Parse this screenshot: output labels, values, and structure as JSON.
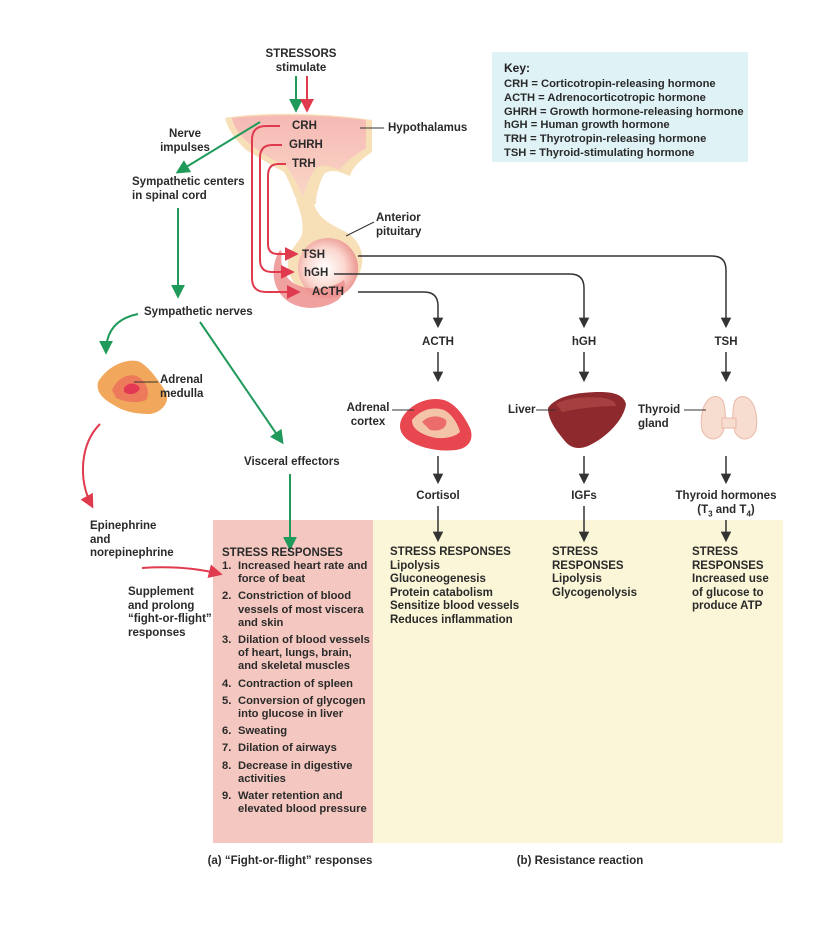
{
  "stressors": [
    "STRESSORS",
    "stimulate"
  ],
  "hypothalamus": {
    "label": "Hypothalamus",
    "hormones": [
      "CRH",
      "GHRH",
      "TRH"
    ]
  },
  "pituitary": {
    "label": [
      "Anterior",
      "pituitary"
    ],
    "hormones": [
      "TSH",
      "hGH",
      "ACTH"
    ]
  },
  "nerve_impulses": [
    "Nerve",
    "impulses"
  ],
  "sympathetic_centers": [
    "Sympathetic centers",
    "in spinal cord"
  ],
  "sympathetic_nerves": "Sympathetic nerves",
  "adrenal_medulla": [
    "Adrenal",
    "medulla"
  ],
  "visceral_effectors": "Visceral effectors",
  "epinephrine": [
    "Epinephrine",
    "and",
    "norepinephrine"
  ],
  "supplement": [
    "Supplement",
    "and prolong",
    "“fight-or-flight”",
    "responses"
  ],
  "key": {
    "title": "Key:",
    "items": [
      "CRH = Corticotropin-releasing hormone",
      "ACTH = Adrenocorticotropic hormone",
      "GHRH = Growth hormone-releasing hormone",
      "hGH = Human growth hormone",
      "TRH = Thyrotropin-releasing hormone",
      "TSH = Thyroid-stimulating hormone"
    ]
  },
  "columns": {
    "acth": {
      "hormone": "ACTH",
      "organ": [
        "Adrenal",
        "cortex"
      ],
      "product": "Cortisol",
      "responses": [
        "STRESS RESPONSES",
        "Lipolysis",
        "Gluconeogenesis",
        "Protein catabolism",
        "Sensitize blood vessels",
        "Reduces inflammation"
      ]
    },
    "hgh": {
      "hormone": "hGH",
      "organ": "Liver",
      "product": "IGFs",
      "responses": [
        "STRESS",
        "RESPONSES",
        "Lipolysis",
        "Glycogenolysis"
      ]
    },
    "tsh": {
      "hormone": "TSH",
      "organ": [
        "Thyroid",
        "gland"
      ],
      "product": "Thyroid hormones",
      "product_sub": [
        "(T",
        "3",
        " and T",
        "4",
        ")"
      ],
      "responses": [
        "STRESS",
        "RESPONSES",
        "Increased use",
        "of glucose to",
        "produce ATP"
      ]
    }
  },
  "fight_flight": {
    "title": "STRESS RESPONSES",
    "items": [
      {
        "n": "1.",
        "text": "Increased heart rate and force of beat"
      },
      {
        "n": "2.",
        "text": "Constriction of blood vessels of most viscera and skin"
      },
      {
        "n": "3.",
        "text": "Dilation of blood vessels of heart, lungs, brain, and skeletal muscles"
      },
      {
        "n": "4.",
        "text": "Contraction of spleen"
      },
      {
        "n": "5.",
        "text": "Conversion of glycogen into glucose in liver"
      },
      {
        "n": "6.",
        "text": "Sweating"
      },
      {
        "n": "7.",
        "text": "Dilation of airways"
      },
      {
        "n": "8.",
        "text": "Decrease in digestive activities"
      },
      {
        "n": "9.",
        "text": "Water retention and elevated blood pressure"
      }
    ]
  },
  "captions": {
    "a": "(a) “Fight-or-flight” responses",
    "b": "(b) Resistance reaction"
  },
  "colors": {
    "green": "#1f9a5a",
    "red": "#e03a4e",
    "dark": "#333333",
    "panel_a": "#f4c8c0",
    "panel_b": "#fbf6d8",
    "key_bg": "#dff2f6"
  }
}
